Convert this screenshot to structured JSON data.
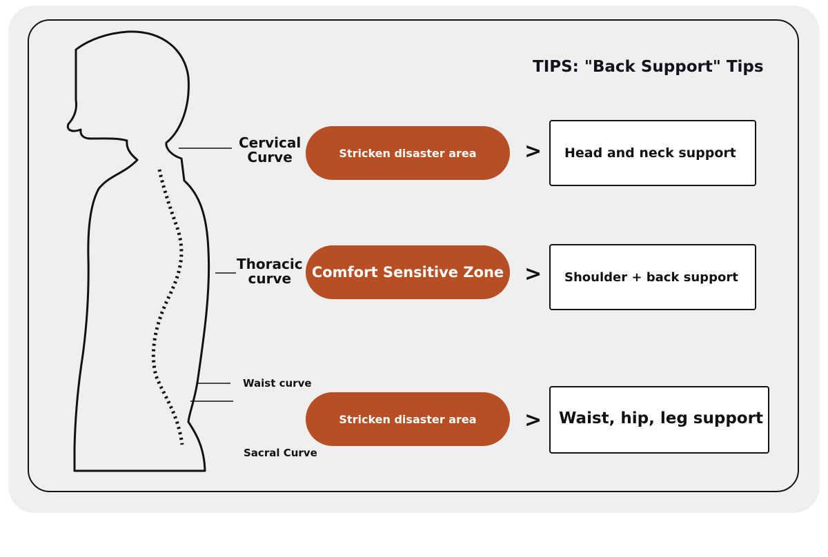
{
  "title": "TIPS: \"Back Support\" Tips",
  "curves": {
    "cervical": "Cervical\nCurve",
    "thoracic": "Thoracic\ncurve",
    "waist": "Waist curve",
    "sacral": "Sacral Curve"
  },
  "rows": [
    {
      "zone": "Stricken disaster area",
      "arrow": ">",
      "support": "Head and neck support"
    },
    {
      "zone": "Comfort Sensitive Zone",
      "arrow": ">",
      "support": "Shoulder + back support"
    },
    {
      "zone": "Stricken disaster area",
      "arrow": ">",
      "support": "Waist, hip, leg support"
    }
  ],
  "colors": {
    "pill": "#b84e23",
    "frame": "#111111",
    "background": "#efefef"
  }
}
